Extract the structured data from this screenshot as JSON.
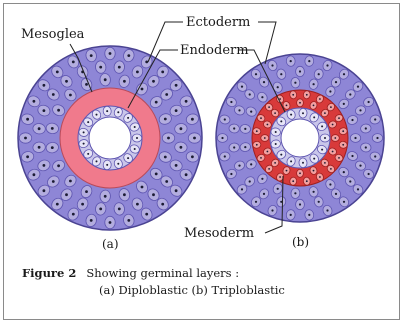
{
  "labels": {
    "mesoglea": "Mesoglea",
    "ectoderm": "Ectoderm",
    "endoderm": "Endoderm",
    "mesoderm": "Mesoderm"
  },
  "panels": {
    "a": "(a)",
    "b": "(b)"
  },
  "caption": {
    "figure": "Figure 2",
    "line1": "Showing germinal layers :",
    "line2": "(a) Diploblastic (b) Triploblastic"
  },
  "colors": {
    "ectoderm_fill": "#8e86d6",
    "ectoderm_dark": "#5e55b0",
    "mesoglea_fill": "#f07a8c",
    "mesoderm_fill": "#d83a3a",
    "endoderm_fill": "#c9c6ea",
    "cell_nucleus": "#1b1b33"
  }
}
